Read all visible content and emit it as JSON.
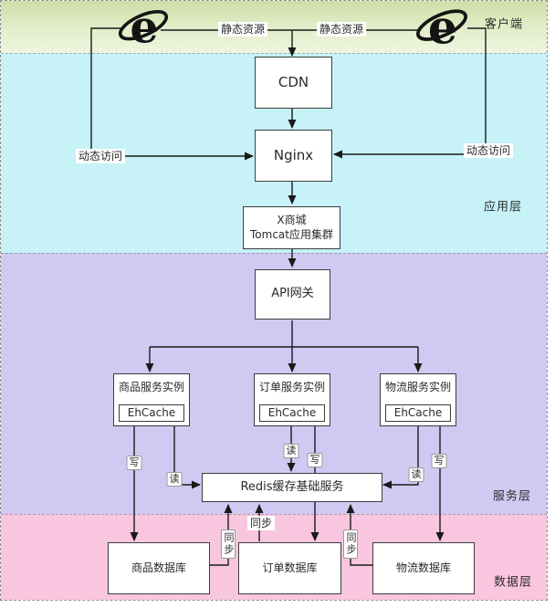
{
  "layers": {
    "client": "客户端",
    "application": "应用层",
    "service": "服务层",
    "data": "数据层"
  },
  "nodes": {
    "cdn": "CDN",
    "nginx": "Nginx",
    "tomcat_title": "X商城",
    "tomcat_subtitle": "Tomcat应用集群",
    "api_gateway": "API网关",
    "product_service": "商品服务实例",
    "order_service": "订单服务实例",
    "logistics_service": "物流服务实例",
    "ehcache": "EhCache",
    "redis": "Redis缓存基础服务",
    "product_db": "商品数据库",
    "order_db": "订单数据库",
    "logistics_db": "物流数据库"
  },
  "edge_labels": {
    "static_resource": "静态资源",
    "dynamic_access": "动态访问",
    "write": "写",
    "read": "读",
    "sync": "同步"
  },
  "icons": {
    "browser": "ie-browser-icon"
  },
  "colors": {
    "client_band": "#dbe9bd",
    "application_band": "#c6f2f8",
    "service_band": "#d1c9f2",
    "data_band": "#f9c6df",
    "line": "#1a1a1a"
  }
}
